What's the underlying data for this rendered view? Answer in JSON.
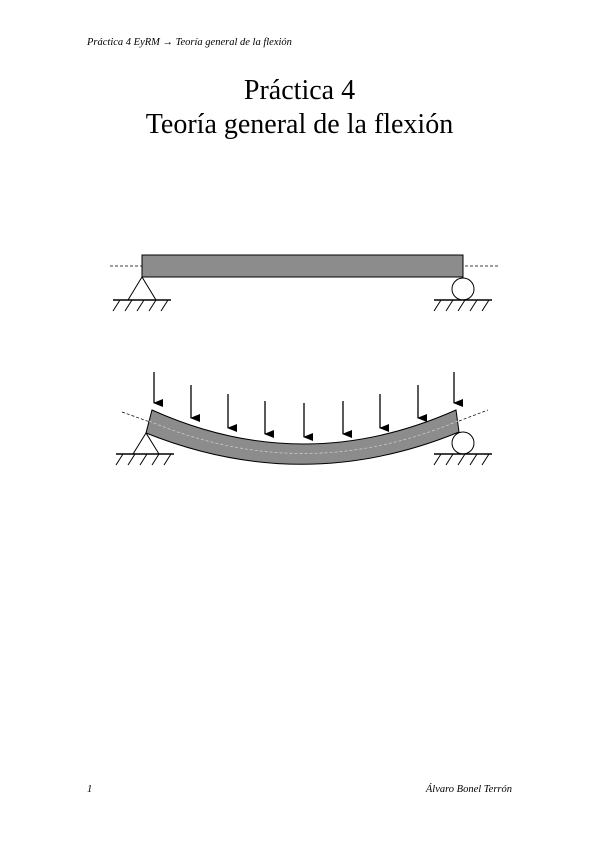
{
  "header": {
    "running_title": "Práctica 4 EyRM → Teoría general de la flexión"
  },
  "title": {
    "line1": "Práctica 4",
    "line2": "Teoría general de la flexión"
  },
  "figure": {
    "beam_color": "#8c8c8c",
    "line_color": "#000000",
    "load_arrow_count": 9
  },
  "footer": {
    "page_number": "1",
    "author": "Álvaro Bonel Terrón"
  }
}
